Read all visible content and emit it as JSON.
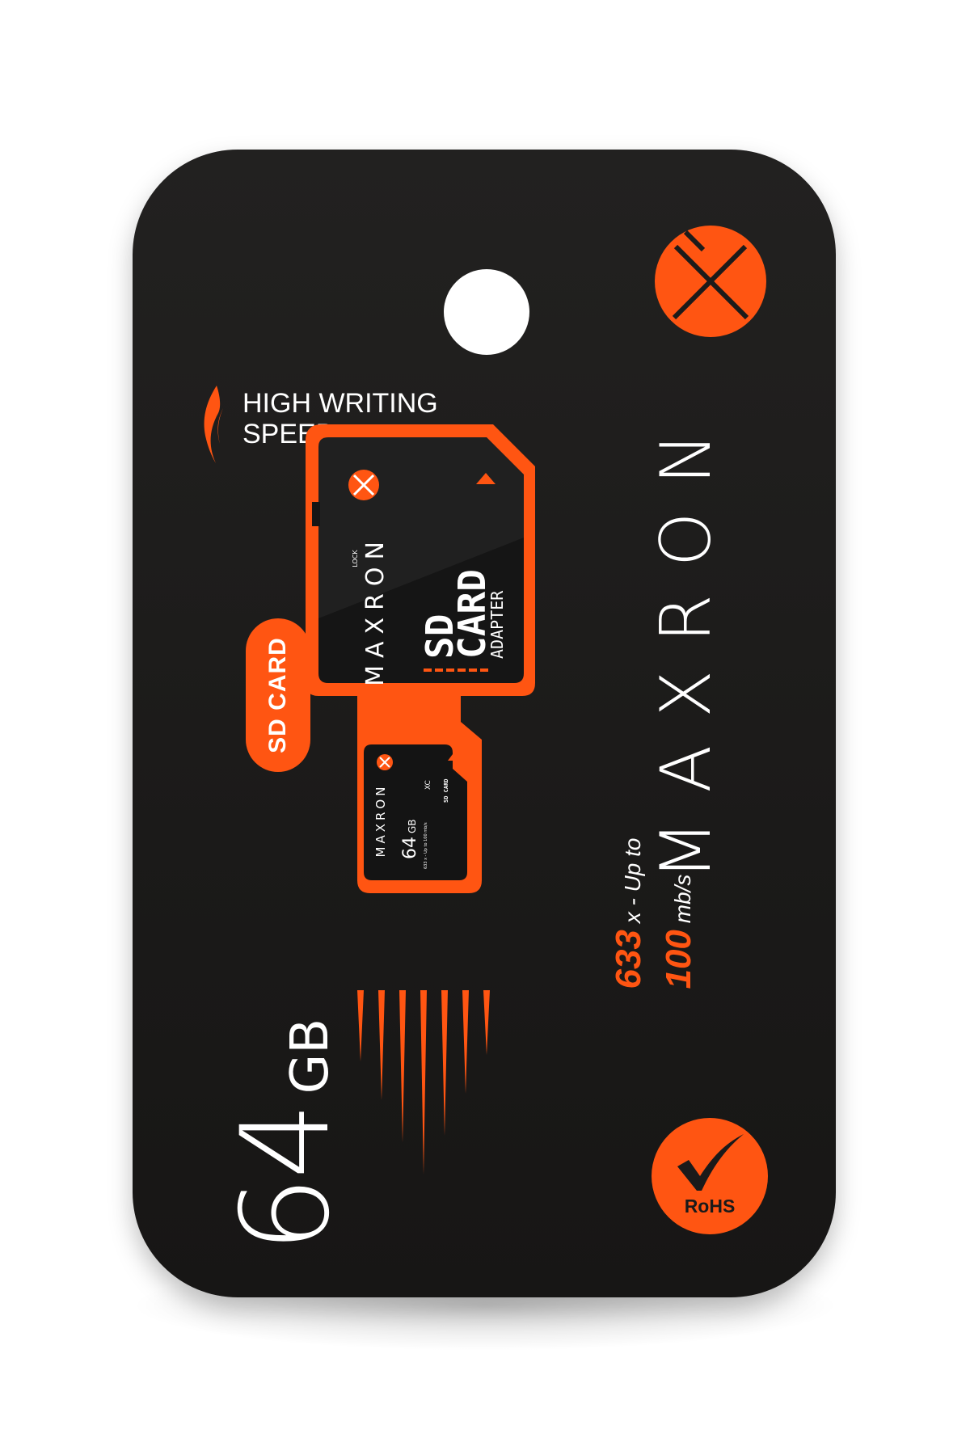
{
  "package": {
    "headline_line1": "HIGH WRITING",
    "headline_line2": "SPEED",
    "badge_label": "SD CARD",
    "capacity_number": "64",
    "capacity_unit": "GB",
    "brand": "MAXRON",
    "speed_rating": "633",
    "speed_rating_suffix": " x - Up to",
    "speed_max": "100",
    "speed_unit": " mb/s",
    "rohs_label": "RoHS"
  },
  "adapter": {
    "brand": "MAXRON",
    "lock_label": "LOCK",
    "title_line1": "SD",
    "title_line2": "CARD",
    "title_line3": "ADAPTER"
  },
  "microsd": {
    "brand": "MAXRON",
    "capacity": "64",
    "capacity_unit": "GB",
    "class_label": "XC",
    "logo_text": "SD CARD",
    "speed_text": "633 x - Up to 100 mb/s"
  },
  "colors": {
    "accent": "#ff5512",
    "package_background": "#1c1b1a",
    "text_primary": "#ffffff"
  },
  "icons": [
    "flame-icon",
    "maxron-x-logo-icon",
    "checkmark-icon",
    "speed-rays-icon"
  ]
}
